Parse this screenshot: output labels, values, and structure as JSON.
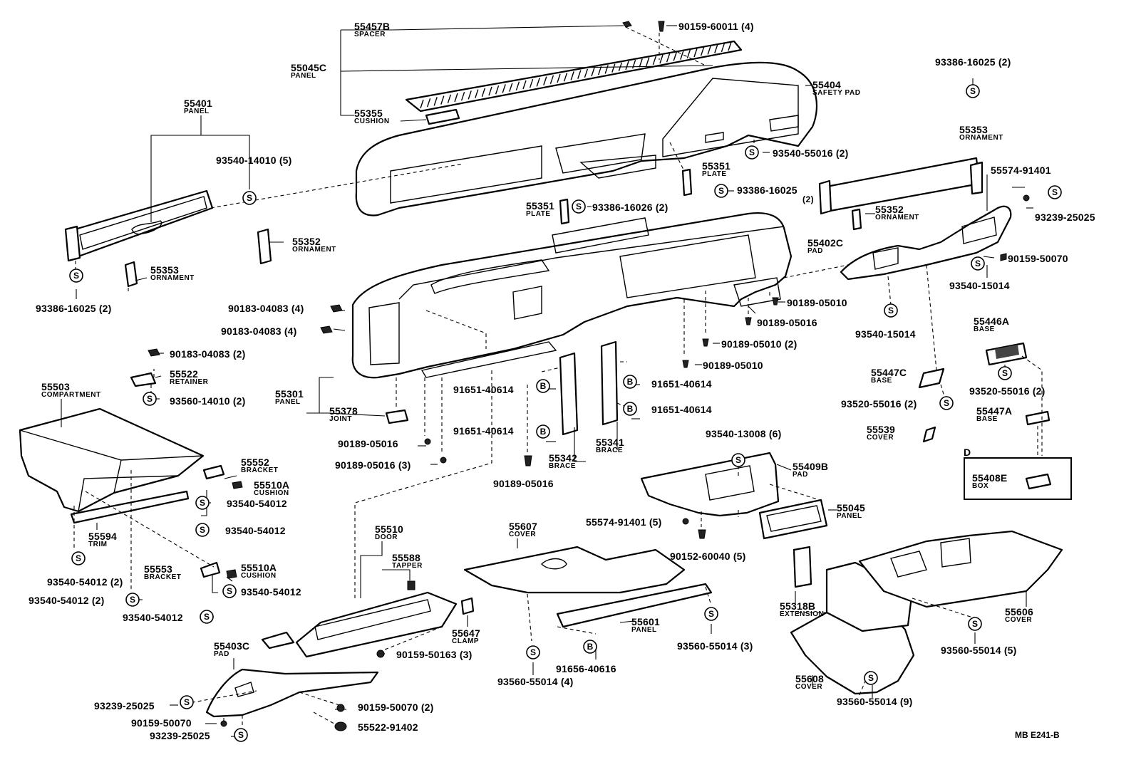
{
  "symbols": {
    "s": "S",
    "b": "B"
  },
  "callouts": [
    {
      "id": "c1",
      "number": "55457B",
      "name": "SPACER"
    },
    {
      "id": "c2",
      "number": "90159-60011 (4)",
      "name": ""
    },
    {
      "id": "c3",
      "number": "55045C",
      "name": "PANEL"
    },
    {
      "id": "c4",
      "number": "55355",
      "name": "CUSHION"
    },
    {
      "id": "c5",
      "number": "55404",
      "name": "SAFETY PAD"
    },
    {
      "id": "c6",
      "number": "93386-16025 (2)",
      "name": ""
    },
    {
      "id": "c7",
      "number": "55401",
      "name": "PANEL"
    },
    {
      "id": "c8",
      "number": "93540-14010 (5)",
      "name": ""
    },
    {
      "id": "c9",
      "number": "93540-55016 (2)",
      "name": ""
    },
    {
      "id": "c10",
      "number": "55353",
      "name": "ORNAMENT"
    },
    {
      "id": "c11",
      "number": "55351",
      "name": "PLATE"
    },
    {
      "id": "c12",
      "number": "93386-16025",
      "name": "(2)"
    },
    {
      "id": "c13",
      "number": "55574-91401",
      "name": ""
    },
    {
      "id": "c14",
      "number": "55351",
      "name": "PLATE"
    },
    {
      "id": "c15",
      "number": "93386-16026 (2)",
      "name": ""
    },
    {
      "id": "c16",
      "number": "55352",
      "name": "ORNAMENT"
    },
    {
      "id": "c17",
      "number": "93239-25025",
      "name": ""
    },
    {
      "id": "c18",
      "number": "55352",
      "name": "ORNAMENT"
    },
    {
      "id": "c19",
      "number": "55402C",
      "name": "PAD"
    },
    {
      "id": "c20",
      "number": "90159-50070",
      "name": ""
    },
    {
      "id": "c21",
      "number": "55353",
      "name": "ORNAMENT"
    },
    {
      "id": "c22",
      "number": "93540-15014",
      "name": ""
    },
    {
      "id": "c23",
      "number": "93386-16025 (2)",
      "name": ""
    },
    {
      "id": "c24",
      "number": "90189-05010",
      "name": ""
    },
    {
      "id": "c25",
      "number": "90183-04083 (4)",
      "name": ""
    },
    {
      "id": "c26",
      "number": "90189-05016",
      "name": ""
    },
    {
      "id": "c27",
      "number": "90183-04083 (4)",
      "name": ""
    },
    {
      "id": "c28",
      "number": "93540-15014",
      "name": ""
    },
    {
      "id": "c29",
      "number": "55446A",
      "name": "BASE"
    },
    {
      "id": "c30",
      "number": "90189-05010 (2)",
      "name": ""
    },
    {
      "id": "c31",
      "number": "90183-04083 (2)",
      "name": ""
    },
    {
      "id": "c32",
      "number": "90189-05010",
      "name": ""
    },
    {
      "id": "c33",
      "number": "55522",
      "name": "RETAINER"
    },
    {
      "id": "c34",
      "number": "55447C",
      "name": "BASE"
    },
    {
      "id": "c35",
      "number": "55503",
      "name": "COMPARTMENT"
    },
    {
      "id": "c36",
      "number": "93560-14010 (2)",
      "name": ""
    },
    {
      "id": "c37",
      "number": "91651-40614",
      "name": ""
    },
    {
      "id": "c38",
      "number": "91651-40614",
      "name": ""
    },
    {
      "id": "c39",
      "number": "93520-55016 (2)",
      "name": ""
    },
    {
      "id": "c40",
      "number": "55301",
      "name": "PANEL"
    },
    {
      "id": "c41",
      "number": "93520-55016 (2)",
      "name": ""
    },
    {
      "id": "c42",
      "number": "55378",
      "name": "JOINT"
    },
    {
      "id": "c43",
      "number": "91651-40614",
      "name": ""
    },
    {
      "id": "c44",
      "number": "55447A",
      "name": "BASE"
    },
    {
      "id": "c45",
      "number": "55539",
      "name": "COVER"
    },
    {
      "id": "c46",
      "number": "91651-40614",
      "name": ""
    },
    {
      "id": "c47",
      "number": "93540-13008 (6)",
      "name": ""
    },
    {
      "id": "c48",
      "number": "90189-05016",
      "name": ""
    },
    {
      "id": "c49",
      "number": "55341",
      "name": "BRACE"
    },
    {
      "id": "c50",
      "number": "55342",
      "name": "BRACE"
    },
    {
      "id": "c51",
      "number": "55409B",
      "name": "PAD"
    },
    {
      "id": "c52",
      "number": "90189-05016 (3)",
      "name": ""
    },
    {
      "id": "c53",
      "number": "55552",
      "name": "BRACKET"
    },
    {
      "id": "c54",
      "number": "55510A",
      "name": "CUSHION"
    },
    {
      "id": "c55",
      "number": "90189-05016",
      "name": ""
    },
    {
      "id": "c56",
      "number": "93540-54012",
      "name": ""
    },
    {
      "id": "c57",
      "number": "55408E",
      "name": "BOX"
    },
    {
      "id": "c58",
      "number": "55045",
      "name": "PANEL"
    },
    {
      "id": "c59",
      "number": "55510",
      "name": "DOOR"
    },
    {
      "id": "c60",
      "number": "55607",
      "name": "COVER"
    },
    {
      "id": "c61",
      "number": "55574-91401 (5)",
      "name": ""
    },
    {
      "id": "c62",
      "number": "93540-54012",
      "name": ""
    },
    {
      "id": "c63",
      "number": "55594",
      "name": "TRIM"
    },
    {
      "id": "c64",
      "number": "55588",
      "name": "TAPPER"
    },
    {
      "id": "c65",
      "number": "90152-60040 (5)",
      "name": ""
    },
    {
      "id": "c66",
      "number": "93540-54012 (2)",
      "name": ""
    },
    {
      "id": "c67",
      "number": "55553",
      "name": "BRACKET"
    },
    {
      "id": "c68",
      "number": "55510A",
      "name": "CUSHION"
    },
    {
      "id": "c69",
      "number": "55318B",
      "name": "EXTENSION"
    },
    {
      "id": "c70",
      "number": "93540-54012",
      "name": ""
    },
    {
      "id": "c71",
      "number": "93540-54012 (2)",
      "name": ""
    },
    {
      "id": "c72",
      "number": "93540-54012",
      "name": ""
    },
    {
      "id": "c73",
      "number": "55606",
      "name": "COVER"
    },
    {
      "id": "c74",
      "number": "55647",
      "name": "CLAMP"
    },
    {
      "id": "c75",
      "number": "55601",
      "name": "PANEL"
    },
    {
      "id": "c76",
      "number": "93560-55014 (3)",
      "name": ""
    },
    {
      "id": "c77",
      "number": "55403C",
      "name": "PAD"
    },
    {
      "id": "c78",
      "number": "90159-50163 (3)",
      "name": ""
    },
    {
      "id": "c79",
      "number": "91656-40616",
      "name": ""
    },
    {
      "id": "c80",
      "number": "93560-55014 (5)",
      "name": ""
    },
    {
      "id": "c81",
      "number": "55608",
      "name": "COVER"
    },
    {
      "id": "c82",
      "number": "93239-25025",
      "name": ""
    },
    {
      "id": "c83",
      "number": "90159-50070 (2)",
      "name": ""
    },
    {
      "id": "c84",
      "number": "93560-55014 (4)",
      "name": ""
    },
    {
      "id": "c85",
      "number": "93560-55014 (9)",
      "name": ""
    },
    {
      "id": "c86",
      "number": "90159-50070",
      "name": ""
    },
    {
      "id": "c87",
      "number": "55522-91402",
      "name": ""
    },
    {
      "id": "c88",
      "number": "93239-25025",
      "name": ""
    }
  ],
  "inset": {
    "letter": "D"
  },
  "reference": "MB E241-B"
}
